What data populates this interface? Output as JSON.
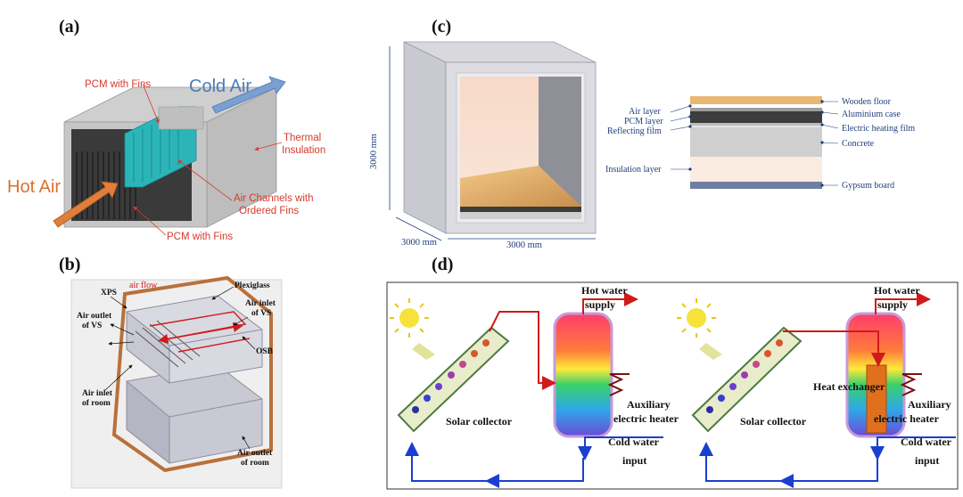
{
  "panels": {
    "a": {
      "label": "(a)",
      "cold_air": "Cold Air",
      "hot_air": "Hot Air",
      "pcm_fins_top": "PCM with Fins",
      "pcm_fins_bottom": "PCM with Fins",
      "thermal_insulation": [
        "Thermal",
        "Insulation"
      ],
      "air_channels": [
        "Air Channels with",
        "Ordered Fins"
      ],
      "colors": {
        "cold_air": "#4a7ab8",
        "hot_air": "#d9722e",
        "labels": "#d63a2e",
        "pcm": "#2bb5b8"
      }
    },
    "b": {
      "label": "(b)",
      "air_flow": "air flow",
      "xps": "XPS",
      "plexiglass": "Plexiglass",
      "air_inlet_vs": [
        "Air inlet",
        "of VS"
      ],
      "air_outlet_vs": [
        "Air outlet",
        "of VS"
      ],
      "osb": "OSB",
      "air_inlet_room": [
        "Air inlet",
        "of room"
      ],
      "air_outlet_room": [
        "Air outlet",
        "of room"
      ]
    },
    "c": {
      "label": "(c)",
      "dim_height": "3000 mm",
      "dim_depth": "3000 mm",
      "dim_width": "3000 mm",
      "layers_right": [
        "Wooden floor",
        "Aluminium case",
        "Electric heating film",
        "Concrete",
        "Gypsum board"
      ],
      "layers_left": [
        "Air layer",
        "PCM layer",
        "Reflecting film",
        "Insulation layer"
      ]
    },
    "d": {
      "label": "(d)",
      "left": {
        "hot_water": [
          "Hot water",
          "supply"
        ],
        "solar_collector": "Solar collector",
        "aux_heater": [
          "Auxiliary",
          "electric heater"
        ],
        "cold_water": [
          "Cold water",
          "input"
        ]
      },
      "right": {
        "hot_water": [
          "Hot water",
          "supply"
        ],
        "solar_collector": "Solar collector",
        "heat_exchanger": "Heat exchanger",
        "aux_heater": [
          "Auxiliary",
          "electric heater"
        ],
        "cold_water": [
          "Cold water",
          "input"
        ]
      }
    }
  }
}
